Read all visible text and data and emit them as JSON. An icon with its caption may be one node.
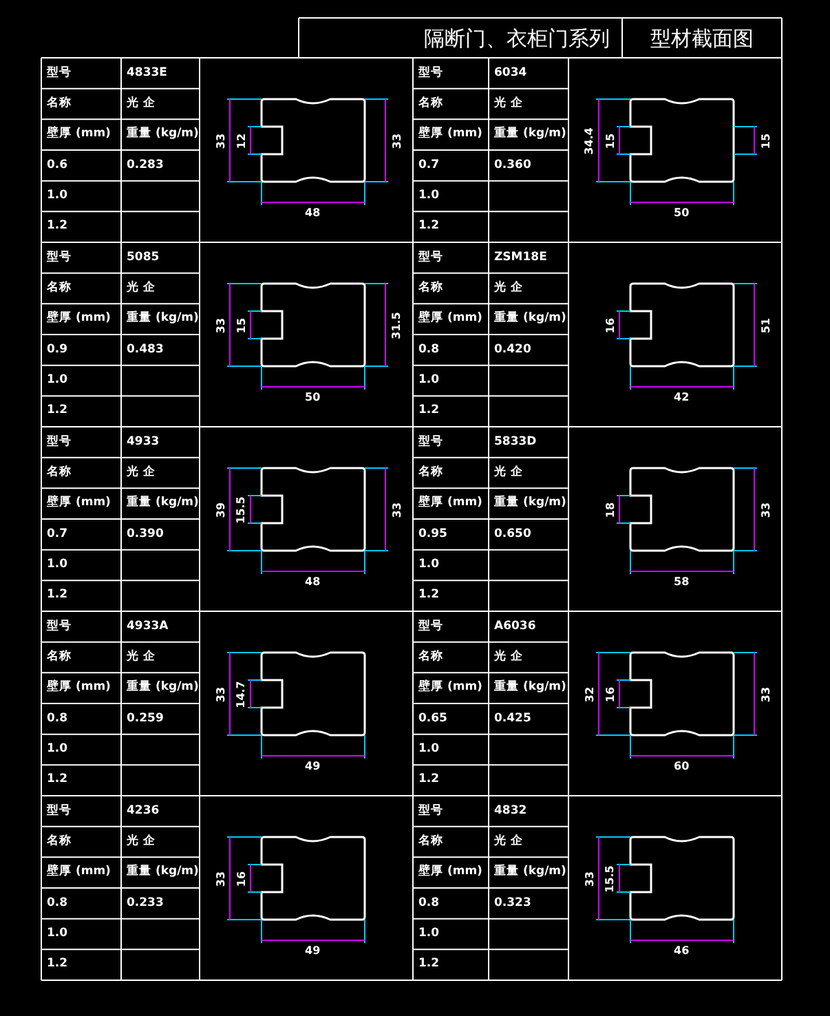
{
  "diagram": {
    "title": "隔断门、衣柜门系列",
    "labels": [
      "型材截面图",
      "型号",
      "4833E",
      "名称",
      "光 企",
      "壁厚 (mm)",
      "重量 (kg/m)",
      "0.6",
      "0.283",
      "1.0",
      "1.2",
      "33",
      "12",
      "33",
      "48",
      "型号",
      "6034",
      "名称",
      "光 企",
      "壁厚 (mm)",
      "重量 (kg/m)",
      "0.7",
      "0.360",
      "1.0",
      "1.2",
      "34.4",
      "15",
      "15",
      "50",
      "型号",
      "5085",
      "名称",
      "光 企",
      "壁厚 (mm)",
      "重量 (kg/m)",
      "0.9",
      "0.483",
      "1.0",
      "1.2",
      "33",
      "15",
      "31.5",
      "50",
      "型号",
      "ZSM18E",
      "名称",
      "光 企",
      "壁厚 (mm)",
      "重量 (kg/m)",
      "0.8",
      "0.420",
      "1.0",
      "1.2",
      "16",
      "51",
      "42",
      "型号",
      "4933",
      "名称",
      "光 企",
      "壁厚 (mm)",
      "重量 (kg/m)",
      "0.7",
      "0.390",
      "1.0",
      "1.2",
      "39",
      "15.5",
      "33",
      "48",
      "型号",
      "5833D",
      "名称",
      "光 企",
      "壁厚 (mm)",
      "重量 (kg/m)",
      "0.95",
      "0.650",
      "1.0",
      "1.2",
      "18",
      "33",
      "58",
      "型号",
      "4933A",
      "名称",
      "光 企",
      "壁厚 (mm)",
      "重量 (kg/m)",
      "0.8",
      "0.259",
      "1.0",
      "1.2",
      "33",
      "14.7",
      "49",
      "型号",
      "A6036",
      "名称",
      "光 企",
      "壁厚 (mm)",
      "重量 (kg/m)",
      "0.65",
      "0.425",
      "1.0",
      "1.2",
      "32",
      "16",
      "33",
      "60",
      "型号",
      "4236",
      "名称",
      "光 企",
      "壁厚 (mm)",
      "重量 (kg/m)",
      "0.8",
      "0.233",
      "1.0",
      "1.2",
      "33",
      "16",
      "49",
      "型号",
      "4832",
      "名称",
      "光 企",
      "壁厚 (mm)",
      "重量 (kg/m)",
      "0.8",
      "0.323",
      "1.0",
      "1.2",
      "33",
      "15.5",
      "46"
    ]
  }
}
